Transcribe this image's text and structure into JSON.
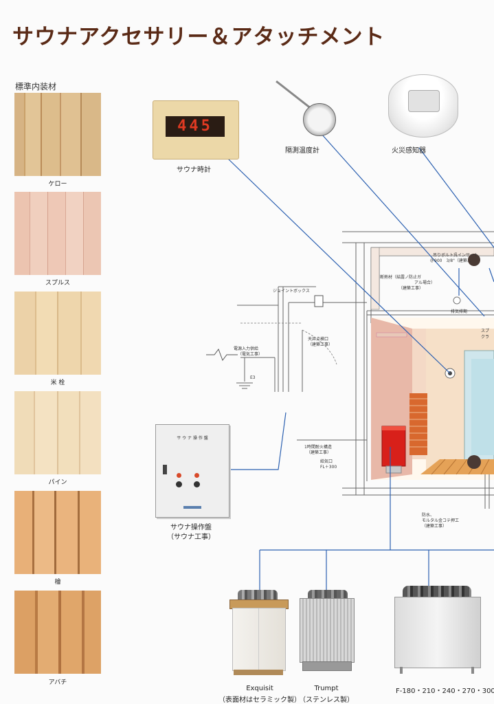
{
  "title": "サウナアクセサリー＆アタッチメント",
  "interior": {
    "heading": "標準内装材",
    "materials": [
      {
        "label": "ケロー",
        "color": "#d9b888"
      },
      {
        "label": "スプルス",
        "color": "#ecc4b0"
      },
      {
        "label": "米 栓",
        "color": "#ecd2a8"
      },
      {
        "label": "パイン",
        "color": "#f0dcb8"
      },
      {
        "label": "檜",
        "color": "#e8b078"
      },
      {
        "label": "アバチ",
        "color": "#dca064"
      }
    ]
  },
  "accessories": {
    "clock_label": "サウナ時計",
    "clock_display": "445",
    "thermometer_label": "隔測温度計",
    "detector_label": "火災感知器",
    "panel_label": "サウナ操作盤",
    "panel_sub": "（サウナ工事）",
    "panel_plate": "サ ウ ナ 操 作 盤"
  },
  "diagram": {
    "junction_box": "ジョイントボックス",
    "power_in": "電源入力供給",
    "power_sub": "（電気工事）",
    "earth": "E3",
    "ceiling_hatch": "天井点検口",
    "ceiling_sub": "（建築工事）",
    "bolt": "吊りボルト呉インサート",
    "bolt_spec": "＠900　3/8\"（建築…",
    "insulation": "断熱材（結露ノ防止ガ",
    "insulation2": "アル場合）",
    "insulation_sub": "（建築工事）",
    "exhaust": "排気排期",
    "fire_wall": "1時間耐火構造",
    "fire_wall_sub": "（建築工事）",
    "intake": "給気口",
    "intake_sub": "FL＋300",
    "waterproof": "防水、",
    "waterproof2": "モルタル金コテ押工",
    "waterproof_sub": "（建築工事）",
    "edge_s": "スプ",
    "edge_k": "クラ"
  },
  "heaters": [
    {
      "name": "Exquisit",
      "sub": "（表面材はセラミック製）"
    },
    {
      "name": "Trumpt",
      "sub": "（ステンレス製）"
    },
    {
      "name": "F-180・210・240・270・300",
      "sub": ""
    }
  ],
  "colors": {
    "title": "#5a2a16",
    "leader": "#2a5fb0",
    "heater": "#d8201a"
  }
}
